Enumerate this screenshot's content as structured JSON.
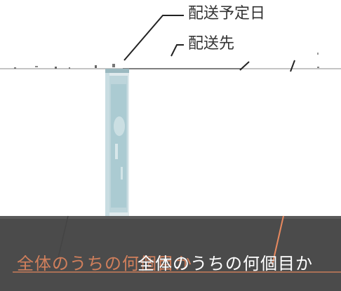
{
  "callouts": {
    "delivery_date": "配送予定日",
    "delivery_destination": "配送先"
  },
  "caption": {
    "text": "全体のうちの何個目か"
  },
  "colors": {
    "callout_text": "#333333",
    "caption_highlight": "#e8895f",
    "caption_text": "#ffffff",
    "dark_band": "#4a4a4a"
  }
}
